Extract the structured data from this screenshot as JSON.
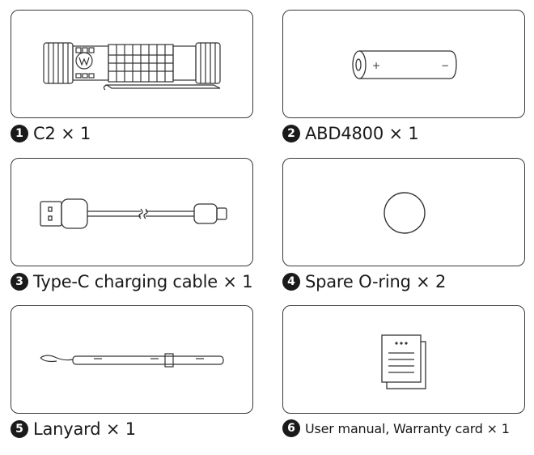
{
  "items": [
    {
      "number": "1",
      "label": "C2 × 1",
      "icon": "flashlight-icon"
    },
    {
      "number": "2",
      "label": "ABD4800 × 1",
      "icon": "battery-icon",
      "battery_plus": "+",
      "battery_minus": "−"
    },
    {
      "number": "3",
      "label": "Type-C charging cable × 1",
      "icon": "usb-cable-icon"
    },
    {
      "number": "4",
      "label": "Spare O-ring × 2",
      "icon": "o-ring-icon"
    },
    {
      "number": "5",
      "label": "Lanyard × 1",
      "icon": "lanyard-icon"
    },
    {
      "number": "6",
      "label": "User manual, Warranty card × 1",
      "icon": "manual-icon"
    }
  ]
}
